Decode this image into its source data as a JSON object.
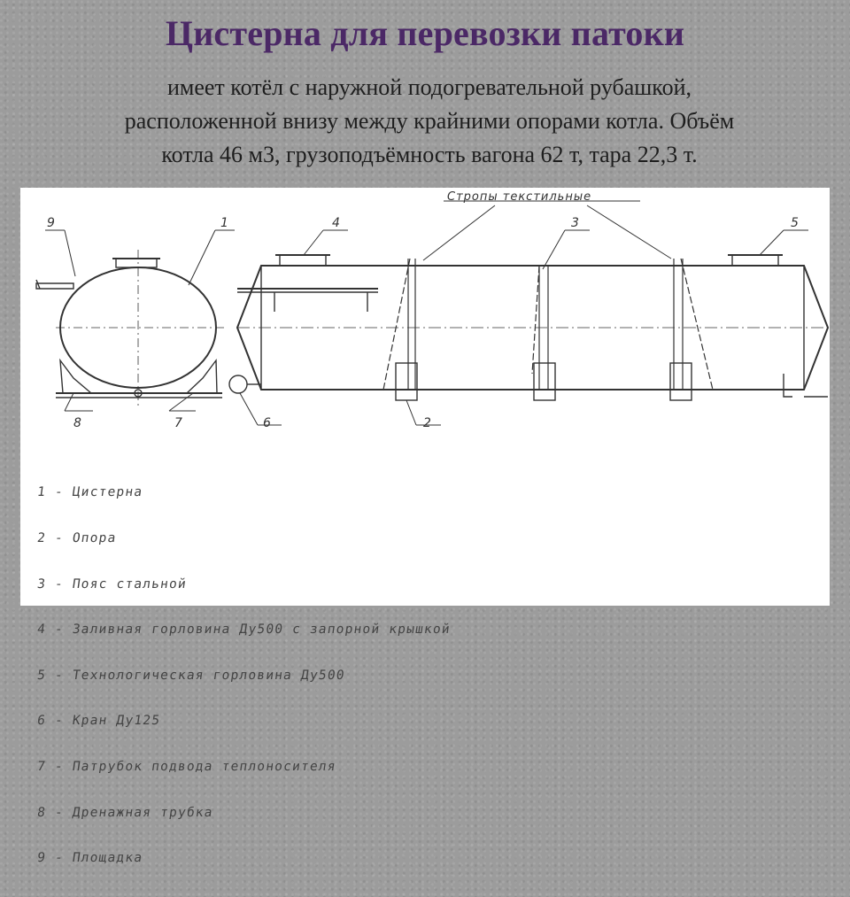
{
  "title": "Цистерна для перевозки патоки",
  "subtitle_lines": [
    "имеет котёл с наружной подогревательной рубашкой,",
    "расположенной внизу между крайними опорами котла. Объём",
    "котла 46 м3, грузоподъёмность вагона 62 т, тара 22,3 т."
  ],
  "drawing": {
    "callouts": {
      "n1": "1",
      "n2": "2",
      "n3": "3",
      "n4": "4",
      "n5": "5",
      "n6": "6",
      "n7": "7",
      "n8": "8",
      "n9": "9"
    },
    "slings_label": "Стропы текстильные"
  },
  "legend": [
    "1 - Цистерна",
    "2 - Опора",
    "3 - Пояс стальной",
    "4 - Заливная горловина Ду500 с запорной крышкой",
    "5 - Технологическая горловина Ду500",
    "6 - Кран Ду125",
    "7 - Патрубок подвода теплоносителя",
    "8 - Дренажная трубка",
    "9 - Площадка"
  ],
  "colors": {
    "title": "#4b2866",
    "background": "#9c9c9c",
    "panel": "#ffffff",
    "ink": "#333333"
  }
}
